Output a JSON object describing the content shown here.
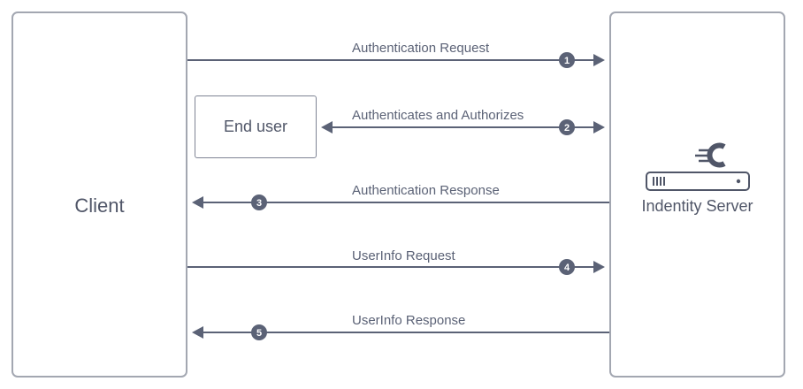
{
  "actors": {
    "client": "Client",
    "end_user": "End user",
    "server": "Indentity Server"
  },
  "flows": [
    {
      "step": "1",
      "label": "Authentication Request",
      "direction": "to-server"
    },
    {
      "step": "2",
      "label": "Authenticates and Authorizes",
      "direction": "bidirectional"
    },
    {
      "step": "3",
      "label": "Authentication Response",
      "direction": "to-client"
    },
    {
      "step": "4",
      "label": "UserInfo Request",
      "direction": "to-server"
    },
    {
      "step": "5",
      "label": "UserInfo Response",
      "direction": "to-client"
    }
  ],
  "colors": {
    "line": "#5b6276",
    "badge": "#5b6276",
    "box_border": "#a3a7b1",
    "text": "#5b6276"
  },
  "icons": {
    "server_logo": "identity-server-logo-icon",
    "server_rack": "server-rack-icon"
  }
}
